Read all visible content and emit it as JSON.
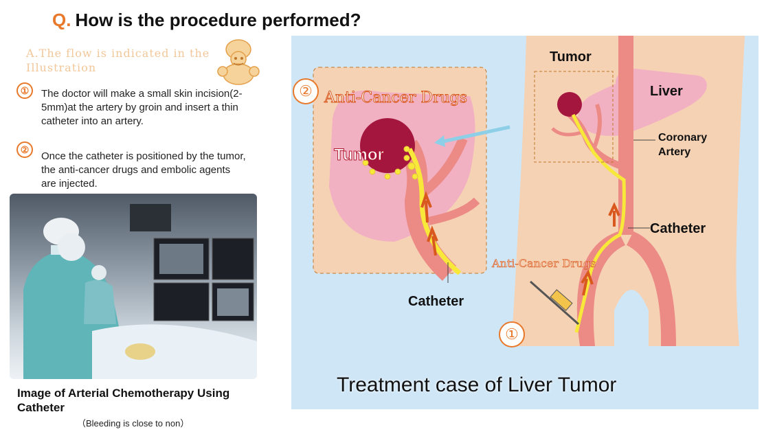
{
  "question": {
    "mark": "Q.",
    "title": "How is the procedure performed?"
  },
  "answer": {
    "text": "A.The flow is indicated in the Illustration"
  },
  "steps": [
    {
      "num": "①",
      "text": "The doctor will make a small skin incision(2-5mm)at the artery by groin and insert a thin catheter into an artery."
    },
    {
      "num": "②",
      "text": "Once the catheter is positioned by the tumor, the anti-cancer drugs and embolic agents are injected."
    }
  ],
  "photo": {
    "caption": "Image of Arterial Chemotherapy Using Catheter",
    "note": "（Bleeding is close to non）"
  },
  "illustration": {
    "title": "Treatment case of Liver Tumor",
    "labels": {
      "tumor_top": "Tumor",
      "liver": "Liver",
      "coronary_artery": "Coronary Artery",
      "catheter_right": "Catheter",
      "anti_cancer_small": "Anti-Cancer Drugs",
      "anti_cancer_big": "Anti-Cancer Drugs",
      "tumor_big": "Tumor",
      "catheter_bottom": "Catheter",
      "step1": "①",
      "step2": "②"
    }
  },
  "colors": {
    "accent": "#e8782a",
    "panel_bg": "#cfe6f6",
    "body": "#f6d2b4",
    "artery": "#ec8a86",
    "tumor": "#a5163f",
    "liver": "#f2b1c2",
    "catheter": "#f7e83a"
  }
}
